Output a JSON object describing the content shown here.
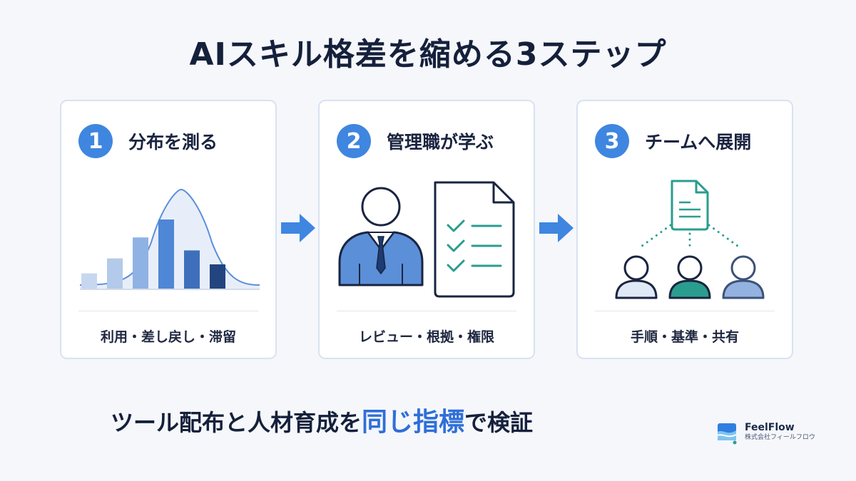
{
  "title": "AIスキル格差を縮める3ステップ",
  "steps": [
    {
      "number": "1",
      "title": "分布を測る",
      "caption": "利用・差し戻し・滞留"
    },
    {
      "number": "2",
      "title": "管理職が学ぶ",
      "caption": "レビュー・根拠・権限"
    },
    {
      "number": "3",
      "title": "チームへ展開",
      "caption": "手順・基準・共有"
    }
  ],
  "distribution_bars": [
    0.16,
    0.31,
    0.52,
    0.7,
    0.39,
    0.25
  ],
  "bottom": {
    "prefix": "ツール配布と人材育成を",
    "highlight": "同じ指標",
    "suffix": "で検証"
  },
  "logo": {
    "name": "FeelFlow",
    "sub": "株式会社フィールフロウ"
  },
  "colors": {
    "accent": "#3f86e0",
    "navy": "#1a2440",
    "teal": "#2a9d8f"
  }
}
